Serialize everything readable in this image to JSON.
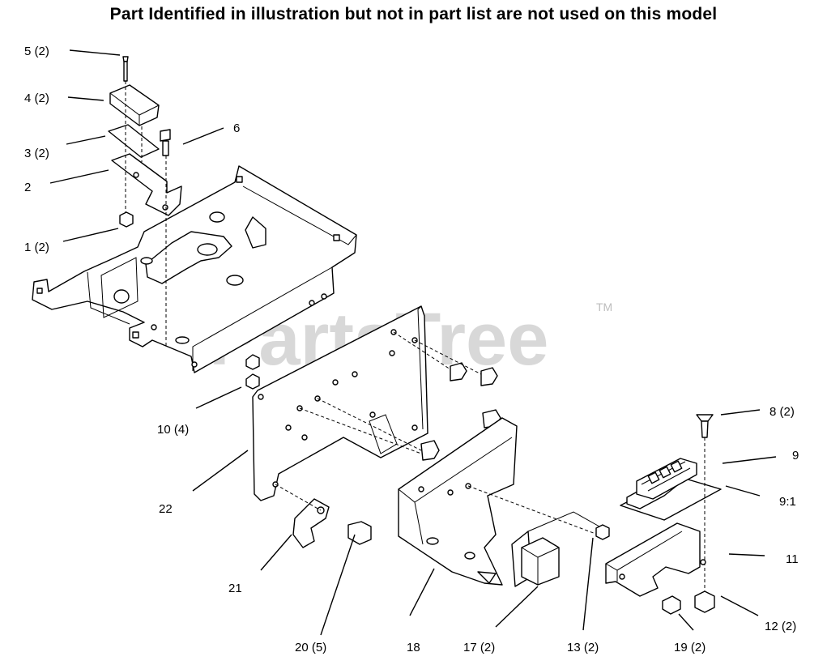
{
  "header_note": "Part Identified in illustration but not in part list are not used on this model",
  "watermark": {
    "text": "PartsTree",
    "trademark": "TM"
  },
  "callouts": [
    {
      "id": "c1",
      "text": "5 (2)"
    },
    {
      "id": "c2",
      "text": "4 (2)"
    },
    {
      "id": "c3",
      "text": "3 (2)"
    },
    {
      "id": "c4",
      "text": "2"
    },
    {
      "id": "c5",
      "text": "1 (2)"
    },
    {
      "id": "c6",
      "text": "6"
    },
    {
      "id": "c7",
      "text": "10 (4)"
    },
    {
      "id": "c8",
      "text": "22"
    },
    {
      "id": "c9",
      "text": "21"
    },
    {
      "id": "c10",
      "text": "20 (5)"
    },
    {
      "id": "c11",
      "text": "18"
    },
    {
      "id": "c12",
      "text": "17 (2)"
    },
    {
      "id": "c13",
      "text": "13 (2)"
    },
    {
      "id": "c14",
      "text": "19 (2)"
    },
    {
      "id": "c15",
      "text": "12 (2)"
    },
    {
      "id": "c16",
      "text": "11"
    },
    {
      "id": "c17",
      "text": "9:1"
    },
    {
      "id": "c18",
      "text": "9"
    },
    {
      "id": "c19",
      "text": "8 (2)"
    }
  ]
}
